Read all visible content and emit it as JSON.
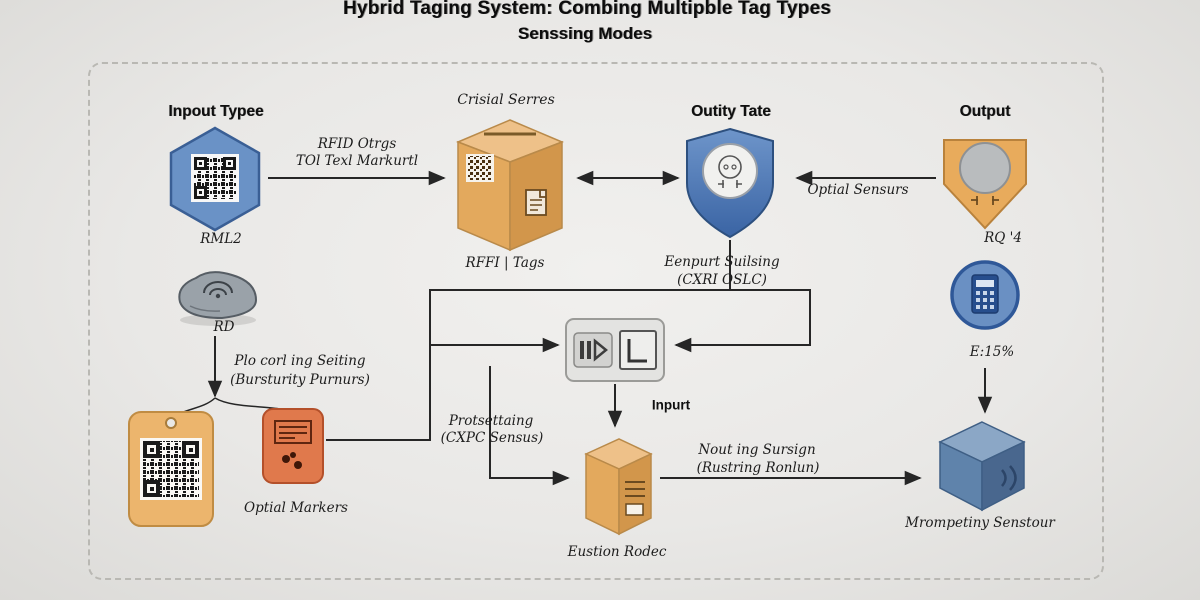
{
  "title": {
    "line1": "Hybrid Taging System: Combing Multipble Tag Types",
    "line2": "Senssing Modes"
  },
  "columns": {
    "input_type": "Inpout Typee",
    "crisial_serres": "Crisial Serres",
    "outity_tate": "Outity Tate",
    "output": "Output"
  },
  "nodes": {
    "qr_hexagon": {
      "label": "RML2"
    },
    "rfid_box": {
      "label": "RFFI | Tags"
    },
    "sensor_shield": {
      "label1": "Eenpurt Suilsing",
      "label2": "(CXRI OSLC)"
    },
    "output_badge": {
      "label": "RQ '4"
    },
    "stone_sensor": {
      "label": "RD"
    },
    "optical_markers": {
      "label": "Optial Markers"
    },
    "fusion_decoder": {
      "label": "Eustion Rodec"
    },
    "calc_gauge": {
      "label": "E:15%"
    },
    "proximity_sensor": {
      "label": "Mrompetiny Senstour"
    }
  },
  "edges": {
    "rfid_tags": {
      "line1": "RFID Otrgs",
      "line2": "TOl Texl Markurtl"
    },
    "optical_sensors": {
      "label": "Optial Sensurs"
    },
    "processing_setting": {
      "line1": "Plo corl ing Seiting",
      "line2": "(Bursturity Purnurs)"
    },
    "protset": {
      "line1": "Protsettaing",
      "line2": "(CXPC Sensus)"
    },
    "input_label": "Inpurt",
    "routing": {
      "line1": "Nout ing Sursign",
      "line2": "(Rustring Ronlun)"
    }
  },
  "colors": {
    "blue": "#5b83ba",
    "orange": "#e0a458",
    "accent_orange": "#e0794c",
    "line": "#262626"
  }
}
